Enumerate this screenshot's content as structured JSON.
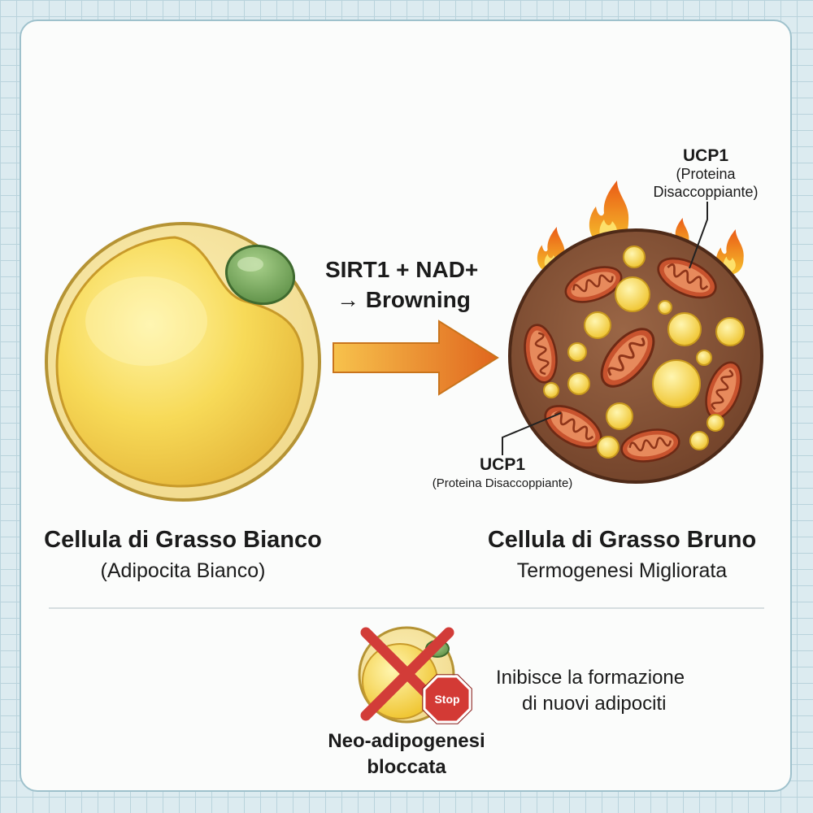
{
  "arrow": {
    "line1": "SIRT1 + NAD+",
    "line2": "→ Browning"
  },
  "white_cell": {
    "title": "Cellula di Grasso Bianco",
    "subtitle": "(Adipocita Bianco)"
  },
  "brown_cell": {
    "title": "Cellula di Grasso Bruno",
    "subtitle": "Termogenesi Migliorata"
  },
  "callout_top": {
    "label": "UCP1",
    "desc_line1": "(Proteina",
    "desc_line2": "Disaccoppiante)"
  },
  "callout_bottom": {
    "label": "UCP1",
    "desc": "(Proteina Disaccoppiante)"
  },
  "blocked": {
    "stop_sign": "Stop",
    "title_line1": "Neo-adipogenesi",
    "title_line2": "bloccata",
    "desc_line1": "Inibisce la formazione",
    "desc_line2": "di nuovi adipociti"
  },
  "colors": {
    "white_fat": "#f7da58",
    "brown_fat": "#7a4a30",
    "mitochondria": "#c8532e",
    "flame": "#f28c1b",
    "stop_red": "#d33a35",
    "cross_red": "#d23c38"
  }
}
